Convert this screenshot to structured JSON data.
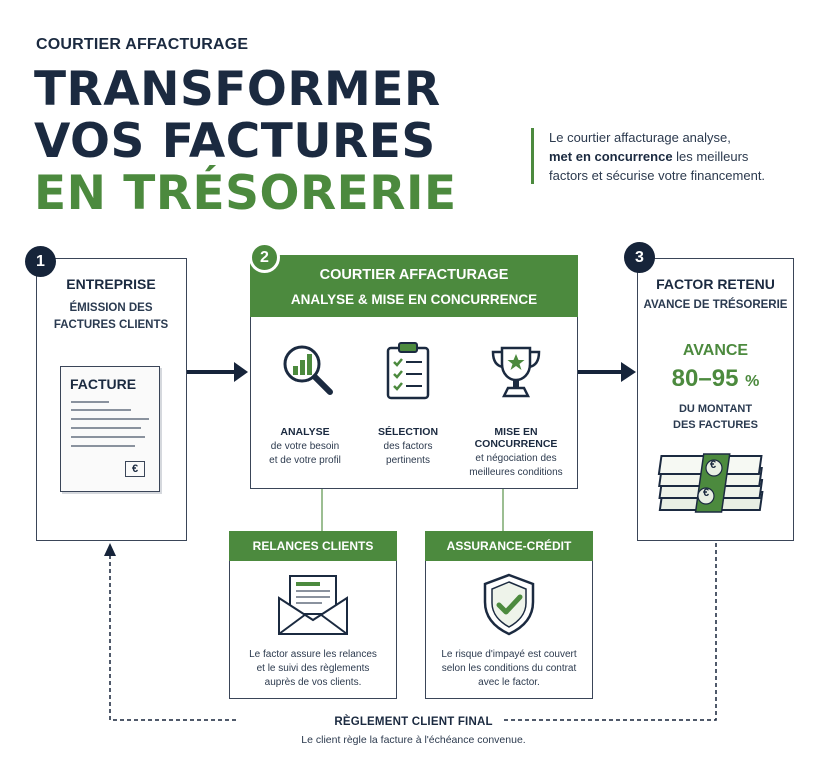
{
  "header": {
    "kicker": "COURTIER AFFACTURAGE",
    "title_line1": "TRANSFORMER",
    "title_line2": "VOS FACTURES",
    "title_line3": "EN TRÉSORERIE",
    "intro_part1": "Le courtier affacturage analyse,",
    "intro_bold": "met en concurrence",
    "intro_part2": " les meilleurs",
    "intro_part3": "factors et sécurise votre financement."
  },
  "step1": {
    "number": "1",
    "title": "ENTREPRISE",
    "subtitle_line1": "ÉMISSION DES",
    "subtitle_line2": "FACTURES CLIENTS",
    "invoice_label": "FACTURE",
    "currency_symbol": "€"
  },
  "step2": {
    "number": "2",
    "title": "COURTIER AFFACTURAGE",
    "subtitle": "ANALYSE & MISE EN CONCURRENCE",
    "columns": [
      {
        "icon": "magnifier-chart-icon",
        "title": "ANALYSE",
        "line1": "de votre besoin",
        "line2": "et de votre profil"
      },
      {
        "icon": "clipboard-checklist-icon",
        "title": "SÉLECTION",
        "line1": "des factors",
        "line2": "pertinents"
      },
      {
        "icon": "trophy-icon",
        "title": "MISE EN CONCURRENCE",
        "line1": "et négociation des",
        "line2": "meilleures conditions"
      }
    ]
  },
  "step3": {
    "number": "3",
    "title": "FACTOR RETENU",
    "subtitle": "AVANCE DE TRÉSORERIE",
    "avance_label": "AVANCE",
    "percent_value": "80–95",
    "percent_unit": "%",
    "desc_line1": "DU MONTANT",
    "desc_line2": "DES FACTURES",
    "currency_symbol": "€"
  },
  "relances": {
    "title": "RELANCES CLIENTS",
    "line1": "Le factor assure les relances",
    "line2": "et le suivi des règlements",
    "line3": "auprès de vos clients."
  },
  "assurance": {
    "title": "ASSURANCE-CRÉDIT",
    "line1": "Le risque d'impayé est couvert",
    "line2": "selon les conditions du contrat",
    "line3": "avec le factor."
  },
  "reglement": {
    "title": "RÈGLEMENT CLIENT FINAL",
    "text": "Le client règle la facture à l'échéance convenue."
  },
  "colors": {
    "navy": "#16243a",
    "green": "#4c8a3e",
    "border": "#3a4558"
  }
}
